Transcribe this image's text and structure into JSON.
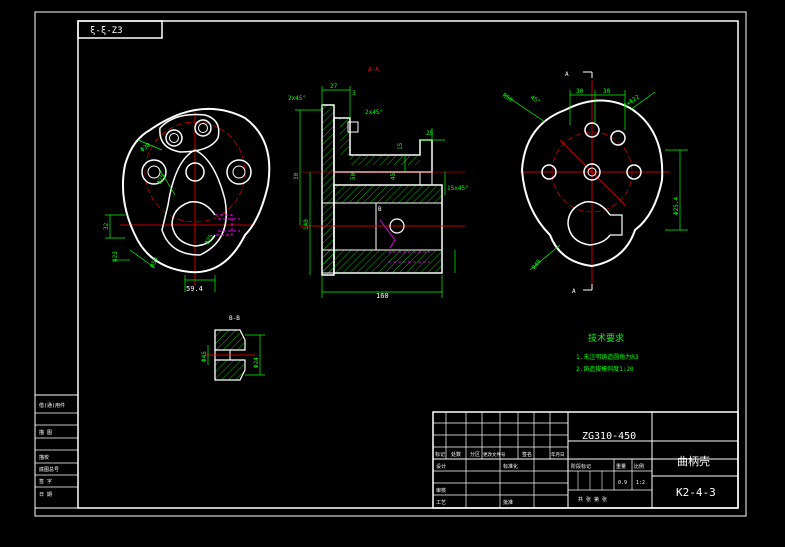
{
  "colors": {
    "background": "#000000",
    "outline": "#ffffff",
    "dimension": "#00ff00",
    "centerline": "#ff0000",
    "hidden": "#ff00ff",
    "title_text": "#ffffff"
  },
  "drawing": {
    "corner_tag": "ξ-ξ-Z3",
    "section_label_main": "A-A",
    "section_label_small": "B-B",
    "view_marker_a": "A"
  },
  "front_view": {
    "dims": {
      "d1": "Φ30",
      "d2": "Φ25",
      "d3": "Φ25",
      "width_bottom": "59.4",
      "left_h": "32",
      "bore": "Φ23",
      "r_bottom": "R50"
    }
  },
  "section_view": {
    "dims": {
      "top_chamfer": "2x45°",
      "top_a": "27",
      "top_b": "3",
      "chamfer2": "2x45°",
      "right_1": "25",
      "right_2": "15",
      "chamfer3": "15x45°",
      "left_h": "30",
      "left_h2": "140",
      "width": "160",
      "mid_1": "50",
      "mid_2": "45",
      "label_b": "B"
    }
  },
  "right_view": {
    "dims": {
      "top_1": "30",
      "top_2": "30",
      "angle": "45°",
      "r1": "R50",
      "holes": "4×Φ22",
      "h": "Φ25.4",
      "r2": "R46"
    }
  },
  "detail_view": {
    "dims": {
      "d1": "Φ45",
      "d2": "Φ24"
    }
  },
  "tech_req": {
    "title": "技术要求",
    "line1": "1.未注明铸造圆角为R3",
    "line2": "2.铸造拔模斜度1:20"
  },
  "side_table": {
    "rows": [
      "借(通)用件",
      "",
      "描 图",
      "",
      "描校",
      "底图总号",
      "签 字",
      "日 期"
    ]
  },
  "title_block": {
    "material": "ZG310-450",
    "part_name": "曲柄壳",
    "drawing_no": "K2-4-3",
    "col_mark": "标记",
    "col_count": "处数",
    "col_zone": "分区",
    "col_change": "更改文件号",
    "col_sign": "签名",
    "col_date": "年月日",
    "designer": "设计",
    "standard": "标准化",
    "checker": "审核",
    "process": "工艺",
    "approve": "批准",
    "stage": "阶段标记",
    "weight": "重量",
    "scale": "比例",
    "scale_val": "1:2",
    "weight_val": "0.9",
    "sheets": "共  张  第  张"
  }
}
